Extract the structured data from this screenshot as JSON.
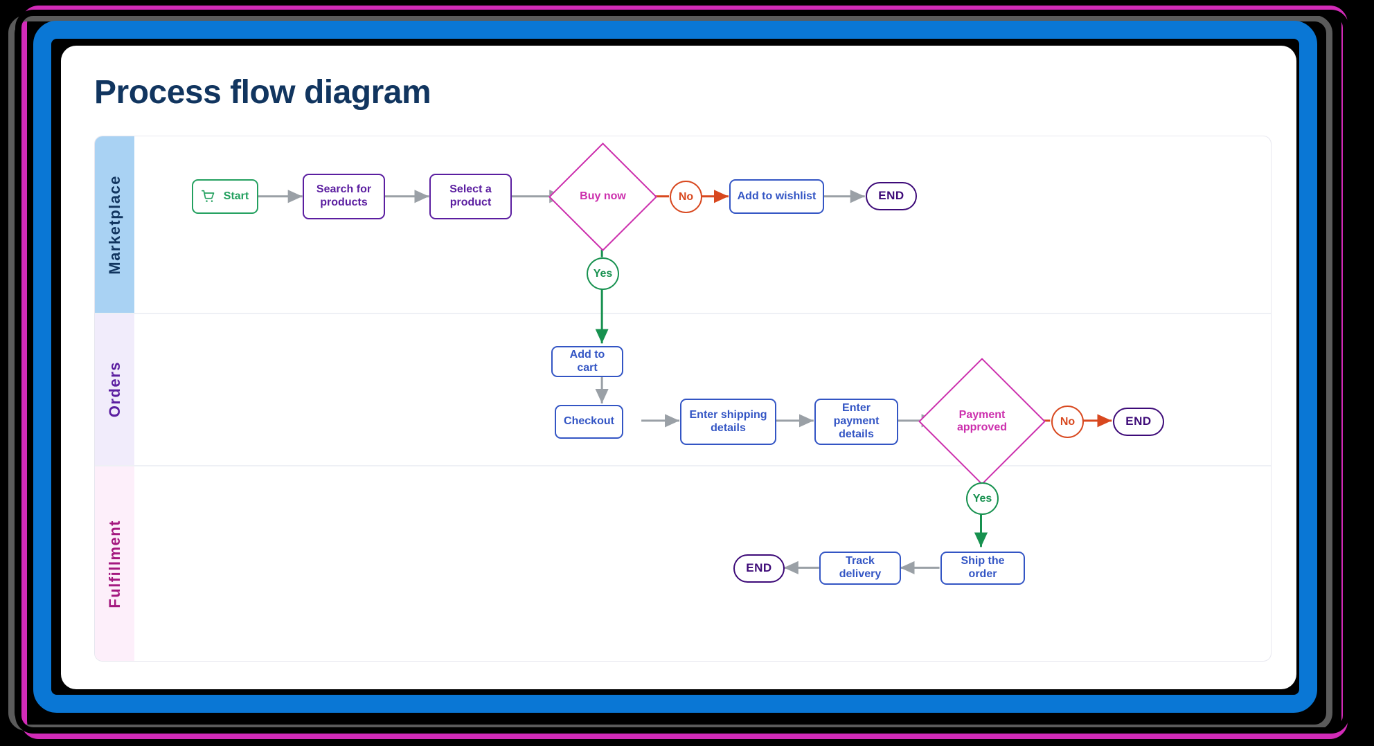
{
  "window": {
    "frame_colors": {
      "magenta": "#d22bb8",
      "gray": "#5b5b5b",
      "black": "#000000",
      "blue": "#0a77d5"
    }
  },
  "page_title": "Process flow diagram",
  "lanes": [
    {
      "id": "marketplace",
      "label": "Marketplace",
      "bg": "#a9d2f3",
      "text_color": "#11355f"
    },
    {
      "id": "orders",
      "label": "Orders",
      "bg": "#f1ecfb",
      "text_color": "#5b1ea0"
    },
    {
      "id": "fulfillment",
      "label": "Fulfillment",
      "bg": "#fdeffa",
      "text_color": "#a4187f"
    }
  ],
  "chart_data": {
    "type": "diagram",
    "title": "Process flow diagram",
    "diagram_kind": "swimlane-flowchart",
    "lanes": [
      "Marketplace",
      "Orders",
      "Fulfillment"
    ],
    "nodes": [
      {
        "id": "start",
        "label": "Start",
        "shape": "rounded-rect",
        "lane": "Marketplace",
        "color": "#23a05f",
        "icon": "shopping-cart-icon"
      },
      {
        "id": "search",
        "label": "Search for products",
        "shape": "rounded-rect",
        "lane": "Marketplace",
        "color": "#5b1ea0"
      },
      {
        "id": "select",
        "label": "Select a product",
        "shape": "rounded-rect",
        "lane": "Marketplace",
        "color": "#5b1ea0"
      },
      {
        "id": "buy_now",
        "label": "Buy now",
        "shape": "diamond",
        "lane": "Marketplace",
        "color": "#cc2fad"
      },
      {
        "id": "no1",
        "label": "No",
        "shape": "circle",
        "lane": "Marketplace",
        "color": "#d8481f"
      },
      {
        "id": "wishlist",
        "label": "Add to wishlist",
        "shape": "rounded-rect",
        "lane": "Marketplace",
        "color": "#3355c4"
      },
      {
        "id": "end1",
        "label": "END",
        "shape": "pill",
        "lane": "Marketplace",
        "color": "#3d0a78"
      },
      {
        "id": "yes1",
        "label": "Yes",
        "shape": "circle",
        "lane": "Marketplace",
        "color": "#17914f"
      },
      {
        "id": "add_to_cart",
        "label": "Add to cart",
        "shape": "rounded-rect",
        "lane": "Orders",
        "color": "#3355c4"
      },
      {
        "id": "checkout",
        "label": "Checkout",
        "shape": "rounded-rect",
        "lane": "Orders",
        "color": "#3355c4"
      },
      {
        "id": "shipping",
        "label": "Enter shipping details",
        "shape": "rounded-rect",
        "lane": "Orders",
        "color": "#3355c4"
      },
      {
        "id": "payment",
        "label": "Enter payment details",
        "shape": "rounded-rect",
        "lane": "Orders",
        "color": "#3355c4"
      },
      {
        "id": "payment_approved",
        "label": "Payment approved",
        "shape": "diamond",
        "lane": "Orders",
        "color": "#cc2fad"
      },
      {
        "id": "no2",
        "label": "No",
        "shape": "circle",
        "lane": "Orders",
        "color": "#d8481f"
      },
      {
        "id": "end2",
        "label": "END",
        "shape": "pill",
        "lane": "Orders",
        "color": "#3d0a78"
      },
      {
        "id": "yes2",
        "label": "Yes",
        "shape": "circle",
        "lane": "Fulfillment",
        "color": "#17914f"
      },
      {
        "id": "ship",
        "label": "Ship the order",
        "shape": "rounded-rect",
        "lane": "Fulfillment",
        "color": "#3355c4"
      },
      {
        "id": "track",
        "label": "Track delivery",
        "shape": "rounded-rect",
        "lane": "Fulfillment",
        "color": "#3355c4"
      },
      {
        "id": "end3",
        "label": "END",
        "shape": "pill",
        "lane": "Fulfillment",
        "color": "#3d0a78"
      }
    ],
    "edges": [
      {
        "from": "start",
        "to": "search",
        "color": "#9aa0a6"
      },
      {
        "from": "search",
        "to": "select",
        "color": "#9aa0a6"
      },
      {
        "from": "select",
        "to": "buy_now",
        "color": "#9aa0a6"
      },
      {
        "from": "buy_now",
        "to": "no1",
        "color": "#d8481f",
        "label": "No"
      },
      {
        "from": "no1",
        "to": "wishlist",
        "color": "#d8481f"
      },
      {
        "from": "wishlist",
        "to": "end1",
        "color": "#9aa0a6"
      },
      {
        "from": "buy_now",
        "to": "yes1",
        "color": "#17914f",
        "label": "Yes"
      },
      {
        "from": "yes1",
        "to": "add_to_cart",
        "color": "#17914f"
      },
      {
        "from": "add_to_cart",
        "to": "checkout",
        "color": "#9aa0a6"
      },
      {
        "from": "checkout",
        "to": "shipping",
        "color": "#9aa0a6"
      },
      {
        "from": "shipping",
        "to": "payment",
        "color": "#9aa0a6"
      },
      {
        "from": "payment",
        "to": "payment_approved",
        "color": "#9aa0a6"
      },
      {
        "from": "payment_approved",
        "to": "no2",
        "color": "#d8481f",
        "label": "No"
      },
      {
        "from": "no2",
        "to": "end2",
        "color": "#d8481f"
      },
      {
        "from": "payment_approved",
        "to": "yes2",
        "color": "#17914f",
        "label": "Yes"
      },
      {
        "from": "yes2",
        "to": "ship",
        "color": "#17914f"
      },
      {
        "from": "ship",
        "to": "track",
        "color": "#9aa0a6"
      },
      {
        "from": "track",
        "to": "end3",
        "color": "#9aa0a6"
      }
    ]
  },
  "nodes": {
    "start": "Start",
    "search": "Search for\nproducts",
    "search_l1": "Search for",
    "search_l2": "products",
    "select_l1": "Select a",
    "select_l2": "product",
    "buy_now": "Buy now",
    "no1": "No",
    "wishlist": "Add to wishlist",
    "end1": "END",
    "yes1": "Yes",
    "add_to_cart": "Add to cart",
    "checkout": "Checkout",
    "shipping_l1": "Enter shipping",
    "shipping_l2": "details",
    "payment_l1": "Enter payment",
    "payment_l2": "details",
    "payment_approved_l1": "Payment",
    "payment_approved_l2": "approved",
    "no2": "No",
    "end2": "END",
    "yes2": "Yes",
    "ship": "Ship the order",
    "track": "Track delivery",
    "end3": "END"
  }
}
